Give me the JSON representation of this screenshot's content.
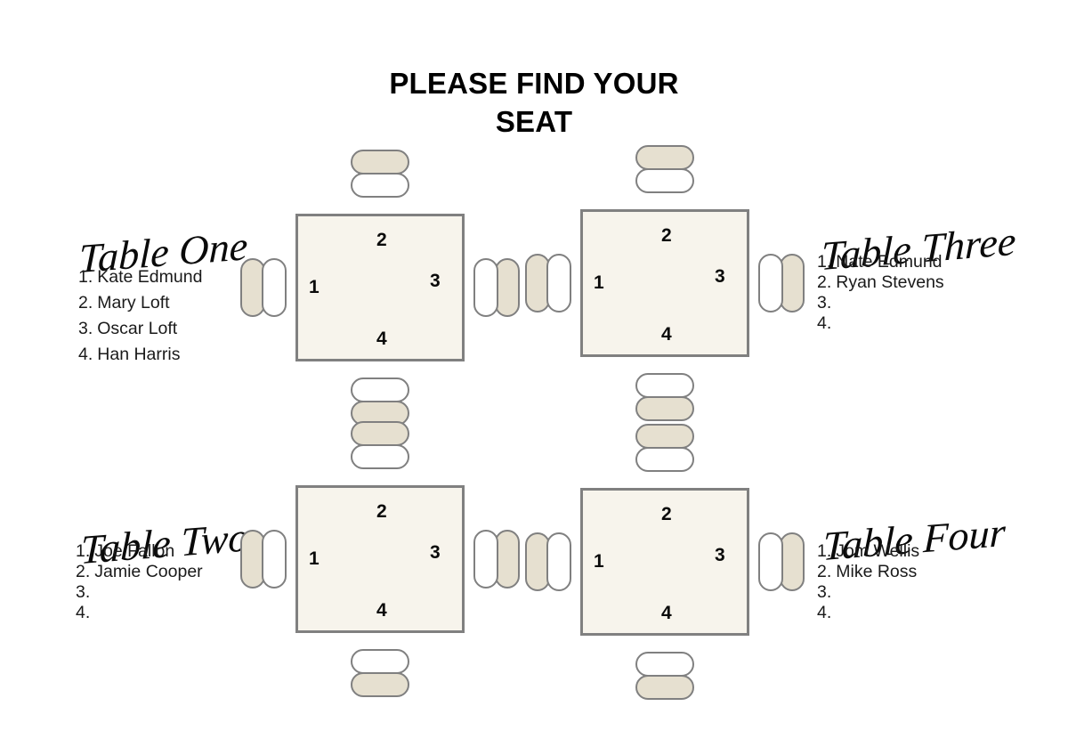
{
  "page": {
    "title": "PLEASE FIND YOUR\nSEAT",
    "background_color": "#ffffff"
  },
  "theme": {
    "table_fill": "#f7f4ec",
    "table_border": "#808080",
    "chair_back_fill": "#e6e0d0",
    "chair_seat_fill": "#ffffff",
    "chair_border": "#808080",
    "text_color": "#0a0a0a"
  },
  "seat_numbers": {
    "one": "1",
    "two": "2",
    "three": "3",
    "four": "4"
  },
  "tables": [
    {
      "id": "table-one",
      "label": "Table One",
      "seats": [
        "1",
        "2",
        "3",
        "4"
      ],
      "guests": [
        {
          "index": "1.",
          "name": "Kate Edmund"
        },
        {
          "index": "2.",
          "name": "Mary Loft"
        },
        {
          "index": "3.",
          "name": "Oscar Loft"
        },
        {
          "index": "4.",
          "name": "Han Harris"
        }
      ]
    },
    {
      "id": "table-two",
      "label": "Table Two",
      "seats": [
        "1",
        "2",
        "3",
        "4"
      ],
      "guests": [
        {
          "index": "1.",
          "name": "Joe Fallon"
        },
        {
          "index": "2.",
          "name": "Jamie Cooper"
        },
        {
          "index": "3.",
          "name": ""
        },
        {
          "index": "4.",
          "name": ""
        }
      ]
    },
    {
      "id": "table-three",
      "label": "Table Three",
      "seats": [
        "1",
        "2",
        "3",
        "4"
      ],
      "guests": [
        {
          "index": "1.",
          "name": "Nate Edmund"
        },
        {
          "index": "2.",
          "name": "Ryan Stevens"
        },
        {
          "index": "3.",
          "name": ""
        },
        {
          "index": "4.",
          "name": ""
        }
      ]
    },
    {
      "id": "table-four",
      "label": "Table Four",
      "seats": [
        "1",
        "2",
        "3",
        "4"
      ],
      "guests": [
        {
          "index": "1.",
          "name": "Jom Wellis"
        },
        {
          "index": "2.",
          "name": "Mike Ross"
        },
        {
          "index": "3.",
          "name": ""
        },
        {
          "index": "4.",
          "name": ""
        }
      ]
    }
  ]
}
